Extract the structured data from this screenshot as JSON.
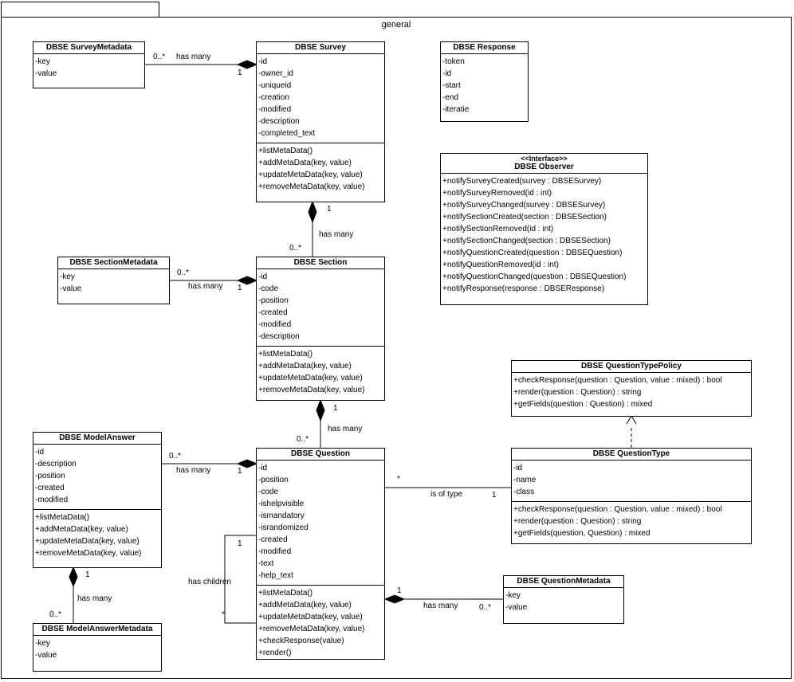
{
  "package": {
    "name": "general"
  },
  "classes": {
    "survey_metadata": {
      "name": "DBSE SurveyMetadata",
      "attributes": [
        "-key",
        "-value"
      ]
    },
    "survey": {
      "name": "DBSE Survey",
      "attributes": [
        "-id",
        "-owner_id",
        "-uniqueid",
        "-creation",
        "-modified",
        "-description",
        "-completed_text"
      ],
      "operations": [
        "+listMetaData()",
        "+addMetaData(key, value)",
        "+updateMetaData(key, value)",
        "+removeMetaData(key, value)"
      ]
    },
    "response": {
      "name": "DBSE Response",
      "attributes": [
        "-token",
        "-id",
        "-start",
        "-end",
        "-iteratie"
      ]
    },
    "observer": {
      "stereotype": "<<Interface>>",
      "name": "DBSE Observer",
      "operations": [
        "+notifySurveyCreated(survey : DBSESurvey)",
        "+notifySurveyRemoved(id : int)",
        "+notifySurveyChanged(survey : DBSESurvey)",
        "+notifySectionCreated(section : DBSESection)",
        "+notifySectionRemoved(id : int)",
        "+notifySectionChanged(section : DBSESection)",
        "+notifyQuestionCreated(question : DBSEQuestion)",
        "+notifyQuestionRemoved(id : int)",
        "+notifyQuestionChanged(question : DBSEQuestion)",
        "+notifyResponse(response : DBSEResponse)"
      ]
    },
    "section_metadata": {
      "name": "DBSE SectionMetadata",
      "attributes": [
        "-key",
        "-value"
      ]
    },
    "section": {
      "name": "DBSE Section",
      "attributes": [
        "-id",
        "-code",
        "-position",
        "-created",
        "-modified",
        "-description"
      ],
      "operations": [
        "+listMetaData()",
        "+addMetaData(key, value)",
        "+updateMetaData(key, value)",
        "+removeMetaData(key, value)"
      ]
    },
    "question_type_policy": {
      "name": "DBSE QuestionTypePolicy",
      "operations": [
        "+checkResponse(question : Question, value : mixed) : bool",
        "+render(question : Question) : string",
        "+getFields(question : Question) : mixed"
      ]
    },
    "model_answer": {
      "name": "DBSE ModelAnswer",
      "attributes": [
        "-id",
        "-description",
        "-position",
        "-created",
        "-modified"
      ],
      "operations": [
        "+listMetaData()",
        "+addMetaData(key, value)",
        "+updateMetaData(key, value)",
        "+removeMetaData(key, value)"
      ]
    },
    "question": {
      "name": "DBSE Question",
      "attributes": [
        "-id",
        "-position",
        "-code",
        "-ishelpvisible",
        "-ismandatory",
        "-israndomized",
        "-created",
        "-modified",
        "-text",
        "-help_text"
      ],
      "operations": [
        "+listMetaData()",
        "+addMetaData(key, value)",
        "+updateMetaData(key, value)",
        "+removeMetaData(key, value)",
        "+checkResponse(value)",
        "+render()"
      ]
    },
    "question_type": {
      "name": "DBSE QuestionType",
      "attributes": [
        "-id",
        "-name",
        "-class"
      ],
      "operations": [
        "+checkResponse(question : Question, value : mixed) : bool",
        "+render(question : Question) : string",
        "+getFields(question, Question) : mixed"
      ]
    },
    "question_metadata": {
      "name": "DBSE QuestionMetadata",
      "attributes": [
        "-key",
        "-value"
      ]
    },
    "model_answer_metadata": {
      "name": "DBSE ModelAnswerMetadata",
      "attributes": [
        "-key",
        "-value"
      ]
    }
  },
  "associations": {
    "survey_metadata": {
      "label": "has many",
      "many": "0..*",
      "one": "1"
    },
    "survey_section": {
      "label": "has many",
      "one": "1",
      "many": "0..*"
    },
    "section_metadata": {
      "label": "has many",
      "many": "0..*",
      "one": "1"
    },
    "section_question": {
      "label": "has many",
      "one": "1",
      "many": "0..*"
    },
    "model_answer": {
      "label": "has many",
      "many": "0..*",
      "one": "1"
    },
    "question_type": {
      "label": "is of type",
      "many": "*",
      "one": "1"
    },
    "question_children": {
      "label": "has children",
      "one": "1",
      "many": "*"
    },
    "question_metadata": {
      "label": "has many",
      "one": "1",
      "many": "0..*"
    },
    "model_answer_metadata": {
      "label": "has many",
      "one": "1",
      "many": "0..*"
    }
  }
}
